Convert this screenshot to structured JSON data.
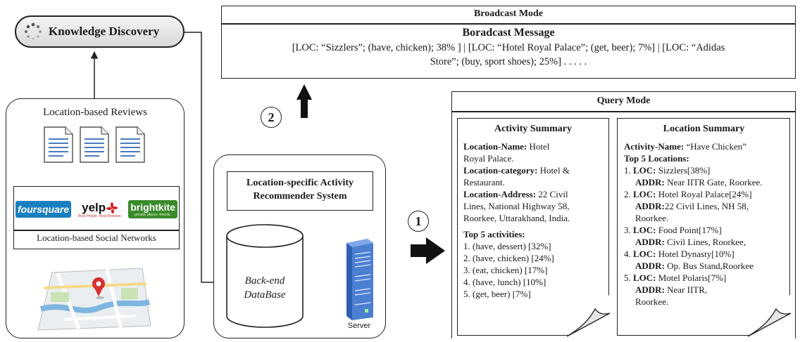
{
  "knowledge_discovery": {
    "label": "Knowledge Discovery"
  },
  "reviews": {
    "title": "Location-based Reviews",
    "networks_label": "Location-based Social Networks",
    "logos": {
      "foursquare": "foursquare",
      "yelp": "yelp",
      "yelp_tag": "Real People. Real Reviews.",
      "brightkite": "brightkite",
      "brightkite_tag": "people. places. friends."
    }
  },
  "broadcast": {
    "header": "Broadcast Mode",
    "message_title": "Boradcast Message",
    "message_line1": "[LOC: “Sizzlers”; (have, chicken); 38% ] | [LOC: “Hotel Royal Palace”; (get, beer); 7%] | [LOC: “Adidas",
    "message_line2": "Store”; (buy, sport shoes); 25%] . . . . ."
  },
  "steps": {
    "one": "1",
    "two": "2"
  },
  "recommender": {
    "title_line1": "Location-specific Activity",
    "title_line2": "Recommender System",
    "db_line1": "Back-end",
    "db_line2": "DataBase",
    "server_label": "Server"
  },
  "query": {
    "header": "Query Mode",
    "activity_summary": {
      "title": "Activity Summary",
      "name_key": "Location-Name:",
      "name_val1": "Hotel",
      "name_val2": "Royal Palace.",
      "cat_key": "Location-category:",
      "cat_val1": "Hotel &",
      "cat_val2": "Restaurant.",
      "addr_key": "Location-Address:",
      "addr_val1": "22 Civil",
      "addr_val2": "Lines, National Highway 58,",
      "addr_val3": "Roorkee, Uttarakhand, India.",
      "top_title": "Top 5 activities:",
      "items": [
        "1. (have, dessert) [32%]",
        "2. (have, chicken) [24%]",
        "3. (eat, chicken) [17%]",
        "4. (have, lunch) [10%]",
        "5. (get, beer) [7%]"
      ]
    },
    "location_summary": {
      "title": "Location Summary",
      "act_key": "Activity-Name:",
      "act_val": "“Have Chicken”",
      "top_title": "Top 5 Locations:",
      "l1_loc": "Sizzlers[38%]",
      "l1_addr": "Near IITR Gate, Roorkee.",
      "l2_loc": "Hotel Royal Palace[24%]",
      "l2_addr1": "22 Civil Lines, NH 58,",
      "l2_addr2": "Roorkee.",
      "l3_loc": "Food Point[17%]",
      "l3_addr": " Civil Lines, Roorkee,",
      "l4_loc": "Hotel Dynasty[10%]",
      "l4_addr": "Op. Bus Stand,Roorkee",
      "l5_loc": "Motel Polaris[7%]",
      "l5_addr1": "Near IITR,",
      "l5_addr2": "Roorkee.",
      "n1": "1.",
      "n2": "2.",
      "n3": "3.",
      "n4": "4.",
      "n5": "5.",
      "loc_key": "LOC:",
      "addr_key": "ADDR:"
    }
  }
}
